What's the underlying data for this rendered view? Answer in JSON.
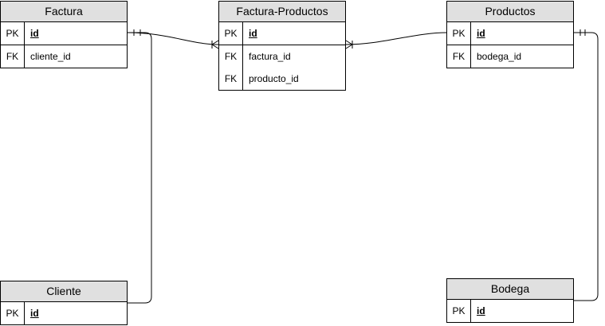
{
  "tables": {
    "factura": {
      "title": "Factura",
      "rows": [
        {
          "key": "PK",
          "name": "id"
        },
        {
          "key": "FK",
          "name": "cliente_id"
        }
      ]
    },
    "factura_productos": {
      "title": "Factura-Productos",
      "rows": [
        {
          "key": "PK",
          "name": "id"
        },
        {
          "key": "FK",
          "name": "factura_id"
        },
        {
          "key": "FK",
          "name": "producto_id"
        }
      ]
    },
    "productos": {
      "title": "Productos",
      "rows": [
        {
          "key": "PK",
          "name": "id"
        },
        {
          "key": "FK",
          "name": "bodega_id"
        }
      ]
    },
    "cliente": {
      "title": "Cliente",
      "rows": [
        {
          "key": "PK",
          "name": "id"
        }
      ]
    },
    "bodega": {
      "title": "Bodega",
      "rows": [
        {
          "key": "PK",
          "name": "id"
        }
      ]
    }
  },
  "relationships": [
    {
      "from": "Factura-Productos",
      "to": "Factura",
      "from_cardinality": "many",
      "to_cardinality": "one"
    },
    {
      "from": "Factura-Productos",
      "to": "Productos",
      "from_cardinality": "many",
      "to_cardinality": "one"
    },
    {
      "from": "Factura",
      "to": "Cliente",
      "from_cardinality": "one",
      "to_cardinality": "one"
    },
    {
      "from": "Productos",
      "to": "Bodega",
      "from_cardinality": "one",
      "to_cardinality": "one"
    }
  ],
  "colors": {
    "header_fill": "#e0e0e0",
    "border": "#000000",
    "background": "#ffffff"
  }
}
